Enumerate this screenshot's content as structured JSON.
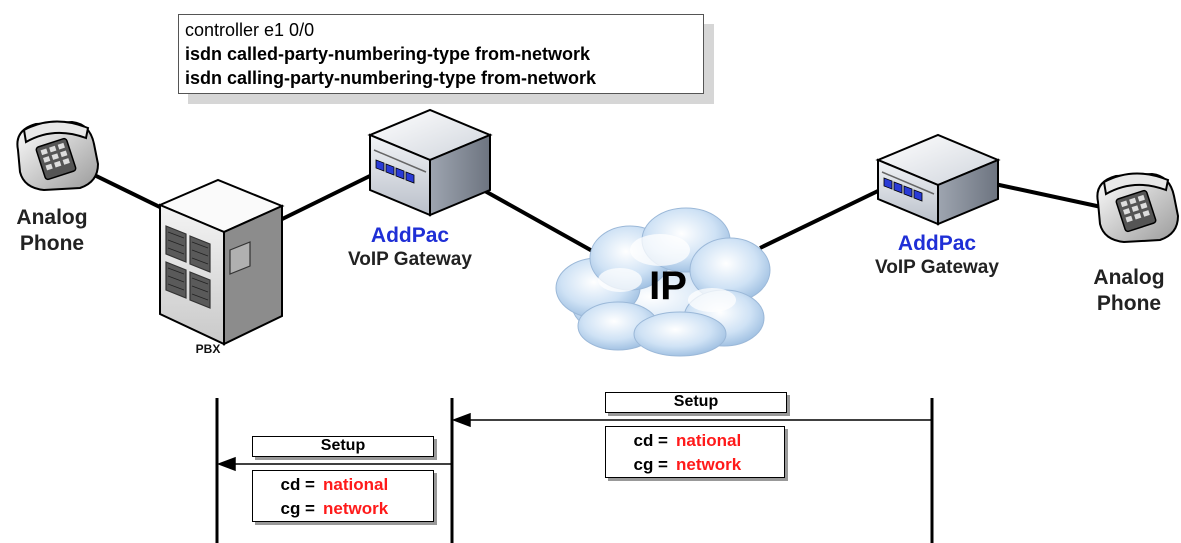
{
  "config": {
    "lines": [
      "controller e1 0/0",
      "isdn called-party-numbering-type from-network",
      "isdn calling-party-numbering-type from-network"
    ]
  },
  "nodes": {
    "left_phone": {
      "line1": "Analog",
      "line2": "Phone"
    },
    "pbx": {
      "label": "PBX"
    },
    "left_gateway": {
      "brand": "AddPac",
      "name": "VoIP Gateway"
    },
    "cloud": {
      "label": "IP"
    },
    "right_gateway": {
      "brand": "AddPac",
      "name": "VoIP Gateway"
    },
    "right_phone": {
      "line1": "Analog",
      "line2": "Phone"
    }
  },
  "messages": {
    "right": {
      "title": "Setup",
      "params": [
        {
          "key": "cd =",
          "value": "national"
        },
        {
          "key": "cg =",
          "value": "network"
        }
      ]
    },
    "left": {
      "title": "Setup",
      "params": [
        {
          "key": "cd =",
          "value": "national"
        },
        {
          "key": "cg =",
          "value": "network"
        }
      ]
    }
  },
  "colors": {
    "brand_blue": "#1f2fd6",
    "param_red": "#ff1a1a"
  }
}
